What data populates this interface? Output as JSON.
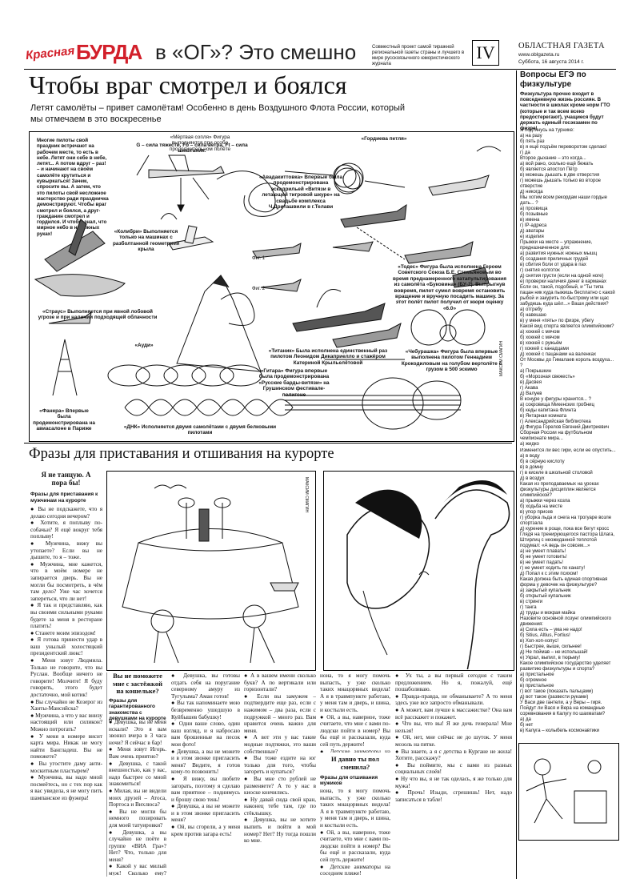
{
  "masthead": {
    "logo_a": "Красная",
    "logo_b": "БУРДА",
    "tagline": "в «ОГ»? Это смешно",
    "project_note": "Совместный проект самой тиражной региональной газеты страны и лучшего в мире русскоязычного юмористического журнала",
    "page_number": "IV",
    "paper_name": "ОБЛАСТНАЯ ГАЗЕТА",
    "site": "www.oblgazeta.ru",
    "date": "Суббота, 16 августа 2014 г."
  },
  "article1": {
    "title": "Чтобы враг смотрел и боялся",
    "lead": "Летят самолёты – привет самолётам! Особенно в день Воздушного Флота России, который мы отмечаем в это воскресенье",
    "intro": "Многие пилоты свой праздник встречают на рабочем месте, то есть в небе. Летят они себе в небе, летят... А потом вдруг – раз! – и начинают на своём самолёте крутиться и кувыркаться! Зачем, спросите вы. А затем, что это пилоты свой несложное мастерство ради праздничка демонстрируют. Чтобы враг смотрел и боялся, а друг-гражданин смотрел и гордился. И чтобы знал, что мирное небо в надёжных руках!",
    "captions": {
      "forces": "G – сила тяжести, Fb – сила ветра, Ft – сила шмыгания.",
      "kolibri": "«Колибри» Выполняется только на машинах с разболтанной геометрией крыла",
      "strauss": "«Страус» Выполняется при явной лобовой угрозе и при наличии подходящей облачности",
      "sopla": "«Мёртвая сопля» Фигура выполняется при особо продолжительном полёте",
      "avadakedavra": "«Авадакиттовка» Впервые была продемонстрирована эскадрильей «Витязи в летающей тигровой шкуре» на свадьбе комплекса Ч.Дриташвили в г.Телави",
      "gordeeva": "«Гордиева петля»",
      "fig1": "Фиг. 1",
      "fig2": "Фиг. 2",
      "todes": "«Тодес» Фигура была исполнена Героем Советского Союза Б.Е. Стемьяновым во время преднамеренного катапультирования из самолёта «Буковина» (БУ-2). Выпрыгнув вовремя, пилот сумел вовремя остановить вращение и вручную посадить машину. За этот полёт пилот получил от жюри оценку «6.0»",
      "audi": "«Ауди»",
      "titanic": "«Титаник» Была исполнена единственный раз пилотом Леонидом Дикаприелло и стажёром Катериной Крыльелётовой",
      "cheburashka": "«Чебурашка» Фигура была впервые выполнена пилотом Геннадием Крокодиловым на голубом вертолёте с грузом в 500 эскимо",
      "guitar": "«Гитара» Фигура впервые была продемонстрирована «Русские барды-витязи» на Грушинском фестивале-полигоне",
      "fanera": "«Фанера» Впервые была продемонстрирована на авиасалоне в Париже",
      "dnk": "«ДНК» Исполняется двумя самолётами с двумя белковыми пилотами"
    },
    "credit": "МАКСИМ СМАГИН"
  },
  "article2": {
    "title": "Фразы для приставания и отшивания на курорте",
    "kicker": "Я не танцую. А пора бы!",
    "sub1": "Фразы для приставания к мужчинам на курорте",
    "col1": "● Вы не подскажете, что я делаю сегодня вечером?\n● Хотите, я поплыву по-собачьи? Я ещё вокруг тебя поплыву!\n● Мужчина, вижу вы утопаете? Если вы не дышите, то я – тоже.\n● Мужчина, мне кажется, что в моём номере не запирается дверь. Вы не могли бы посмотреть, в чём там дело? Уже час хочется запереться, что ли нет!\n● Я так и представляю, как вы своими сильными руками будете за меня в ресторане платить!\n● Станете моим эпизодом!\n● Я готова принести удар в ваш унылый холостяцкий президентский люкс!\n● Меня зовут Людмила. Только не говорите, что вы Руслан. Вообще ничего не говорите! Молчите! Я буду говорить, этого будет достаточно, мой котик!\n● Вы случайно не Козерог из Ханты-Мансийска?\n● Мужчина, а что у вас внизу настоящий или силикон? Можно потрогать?\n● У меня в номере висит карта мира. Никак не могу найти Бангладеш. Вы не поможете?\n● Вы угостите даму анти-москитным пластырем?\n● Мужчина, вы надо мной посмеётесь, но с тех пор как я вас увидела, я не могу пить шампанское из фужера!",
    "sub2": "Вы не поможете мне с застёжкой на кошельке?",
    "sub2b": "Фразы для гарантированного знакомства с девушками на курорте",
    "col2": "● Девушка, вы не меня искали? Это я вам звонил вчера в 3 часа ночи? Я сейчас в бар!\n● Меня зовут Игорь. Вам очень приятно?\n● Девушка, с такой внешностью, как у вас, надо быстрее со мной знакомиться!\n● Милая, вы не видели моих друзей – Атоса, Портоса и Вихлюса?\n● Вы не могли бы немного позировать для моей татуировки?\n● Девушка, а вы случайно не поёте в группе «ВИА Гра»? Нет? Что, только для меня?\n● Какой у вас милый муж! Сколько ему? Очень рассчитываете, что он вас скоро бросит? Вот ваша вторая половинка?",
    "col3": "● Девушка, вы готовы отдать себя на поругание северному амуру из Тугулыма? Аман готов!\n● Вы так напоминаете мою безвременно ушедшую в Куйбышев бабушку!\n● Одни ваше слово, один ваш взгляд, и я набросаю вам брошенные на песок мои фото!\n● Девушка, а вы не можете и в этом звонке пригласить меня? Видите, я готов кому-то позвонить!\n● Я вижу, вы любите загорать, поэтому я сделаю вам приятное – поднимусь и брошу свою тень!\n● Девушка, а вы не можете и в этом звонке пригласить меня?\n● Ой, вы сгорели, а у меня крем против загара есть!",
    "col4": "● А в вашем имени сколько букв? А по вертикали или горизонтали?\n● Если вы замужем – подтвердите еще раз, если с нажимом – два раза, если с подружкой – много раз. Вам нравится очень важно для меня.\n● А вот эти у вас такие модные подтяжки, это ваши собственные?\n● Вы тоже ездите на юг только для того, чтобы загореть и купаться?\n● Вы мне сто рублей не разменяете? А то у нас в киоске кончились.\n● Ну давай сюда свой кран, наконец тебе там, где по стёклышку.\n● Девушка, вы не хотите выпить и пойти в мой номер? Нет? Ну тогда пошли ко мне.",
    "sub3": "И давно ты пол сменила?",
    "sub3b": "Фразы для отшивания мужиков",
    "col5": "ноиа, то я могу помочь выпасть, у уже сколько таких мнацорвных видела! А я в травмпункте работаю, у меня там и дверь, и шина, и костыли есть.\n● Ой, а вы, наверное, тоже считаете, что мне с вами по-людски пойти в номер? Вы бы ещё и рассказали, куда сей путь держите!\n● Детские аниматоры на соседнем пляже!\n● Что вы тянетесь ко мне своими грязными мыслями?!\n● Боже, я таких слов не слышала с сорока восьми лет!\n● Чего опять к-то?! Вон бы, послали вы, нет, опять они ко мне лезут!",
    "col6": "● Ух ты, а вы первый сегодня с таким предложением. Но я, пожалуй, ещё пошаболиваю.\n● Правда-правда, не обманываете? А то меня здесь уже все запросто обманывали.\n● А может, вам лучше к массажистке? Она вам всё расскажет и покажет.\n● Что вы, что вы! Я же дочь генерала! Мне нельзя!\n● Ой, нет, мне сейчас не до шуток. У меня мозоль на пятке.\n● Вы знаете, а я с детства в Кургане не жила! Хотите, расскажу?\n● Вы поймите, мы с вами из разных социальных слоёв!\n● Ну что вы, я не так оделась, я же только для мужа!\n● Прочь! Изыди, сгрешишь! Нет, надо записаться в табле!",
    "credit2": "МАКСИМ СМАГИН"
  },
  "quiz": {
    "title": "Вопросы ЕГЭ по физкультуре",
    "intro": "Физкультура прочно входит в повседневную жизнь россиян. В частности в школах кроме норм ГТО (которые и так всем всеко предостерегают), учащиеся будут держать единый госэкзамен по физре!",
    "part1": "Я подтянусь на турнике:\nа) на разу\nб) пять раз\nв) я ещё подъём переворотом сделаю!\nг) да\nВторое дыхание – это когда...\nа) вой рано, сколько ещё бежать\nб) является апостол Пётр\nв) можешь дышать в две отверстия\nг) можешь дышать только во второе отверстие\nд) никогда\nМы хотим всем рекордам наши гордые дать... ?\nа) прозвища\nб) позывные\nв) имена\nг) IP-адреса\nд) аватары\nе) изделия\nПрыжки на месте – упражнение, предназначенное для:\nа) развития нужных ножных мышц\nб) создания приличных грудей\nв) сбития боли от удара в пах\nг) снятия колготок\nд) снятия грусти (если на одной ноге)\nе) проверки наличия денег в карманах\nЕсли он, такой, подобный, и \"Ты типа пацан ник куда пыжишь бесплатно с какой рыбой и закурить по-быстрому или щас забудешь куда шёл...» Ваши действия?\nа) отгребу\nб) навешаю\nв) у меня «пять» по физре, убегу\nКакой вид спорта является олимпийским?\nа) хоккей с мячом\nб) хоккей с мячом\nв) хоккей с ружьём\nг) хоккей с канадцами\nд) хоккей с пацанами на валенках\nОт Москвы до Гималаев король воздуха... ?\nа) Покрышкин\nб) «Морозная свежесть»\nв) Дасвея\nг) Акава\nд) Валуев\nВ конуре у фигуры хранится... ?\nа) сокровища Микенских гробниц\nб) кеды капитана Флинта\nв) Янтарная комната\nг) Александрийская библиотека\nд) Фигура Горелов Евгений Дмитриевич\nСборная России на футбольном чемпионате мира...\nа) жидко\nб) годо\nв) нет, всё-таки жидко",
    "part2": "Изменится ли вес гири, если её опустить...\nа) в воду\nб) в сёрную кислоту\nв) в домну\nг) в киселе в школьной столовой\nд) в воздух\nКакая из преподаваемых на уроках физкультуры дисциплин является олимпийской?\nа) прыжки через козла\nб) ходьба на месте\nв) упор присев\nг) уборка льда и снега на трогуаре возле спортзала\nд) курение в роще, пока все бегут кросс\nГлядя на тренирующегося пастора Шлага, Штирлиц с неожиданной теплотой подумал: «А ведь он совсем...»\nа) не умеет плавать!\nб) не умеет готовить!\nв) не умеет падать!\nг) не умеет ходить по канату!\nд) Попал к с этим психом!\nКакая должна быть единая спортивная форма у девочек на физкультуре?\nа) закрытый купальник\nб) открытый купальник\nв) стринги\nг) танга\nд) труды и мокрая майка\nНазовите основной лозунг олимпийского движения:\nа) Сила есть – ума не надо!\nб) Sitius, Altius, Fortius!\nв) Хоп-хоп-хопус!\nг) Быстрее, выше, сильнее!\nд) Не поймав – не испольшай!\nе) Украл, выпил, в тюрьму!\nКакое олимпийское государство уделяет развитию физкультуры и спорта?\nа) пристальное\nб) огромное\nв) пристальное\nг) вот такое (показать пальцами)\nд) вот такое (развести руками)\nУ Васи две гантели, а у Веры – гиря. Пойдут ли Вася и Вера на командные соревнования в Калугу по шахматам?\nа) да\nб) нет\nв) Калуга – колыбель космонавтики"
  }
}
